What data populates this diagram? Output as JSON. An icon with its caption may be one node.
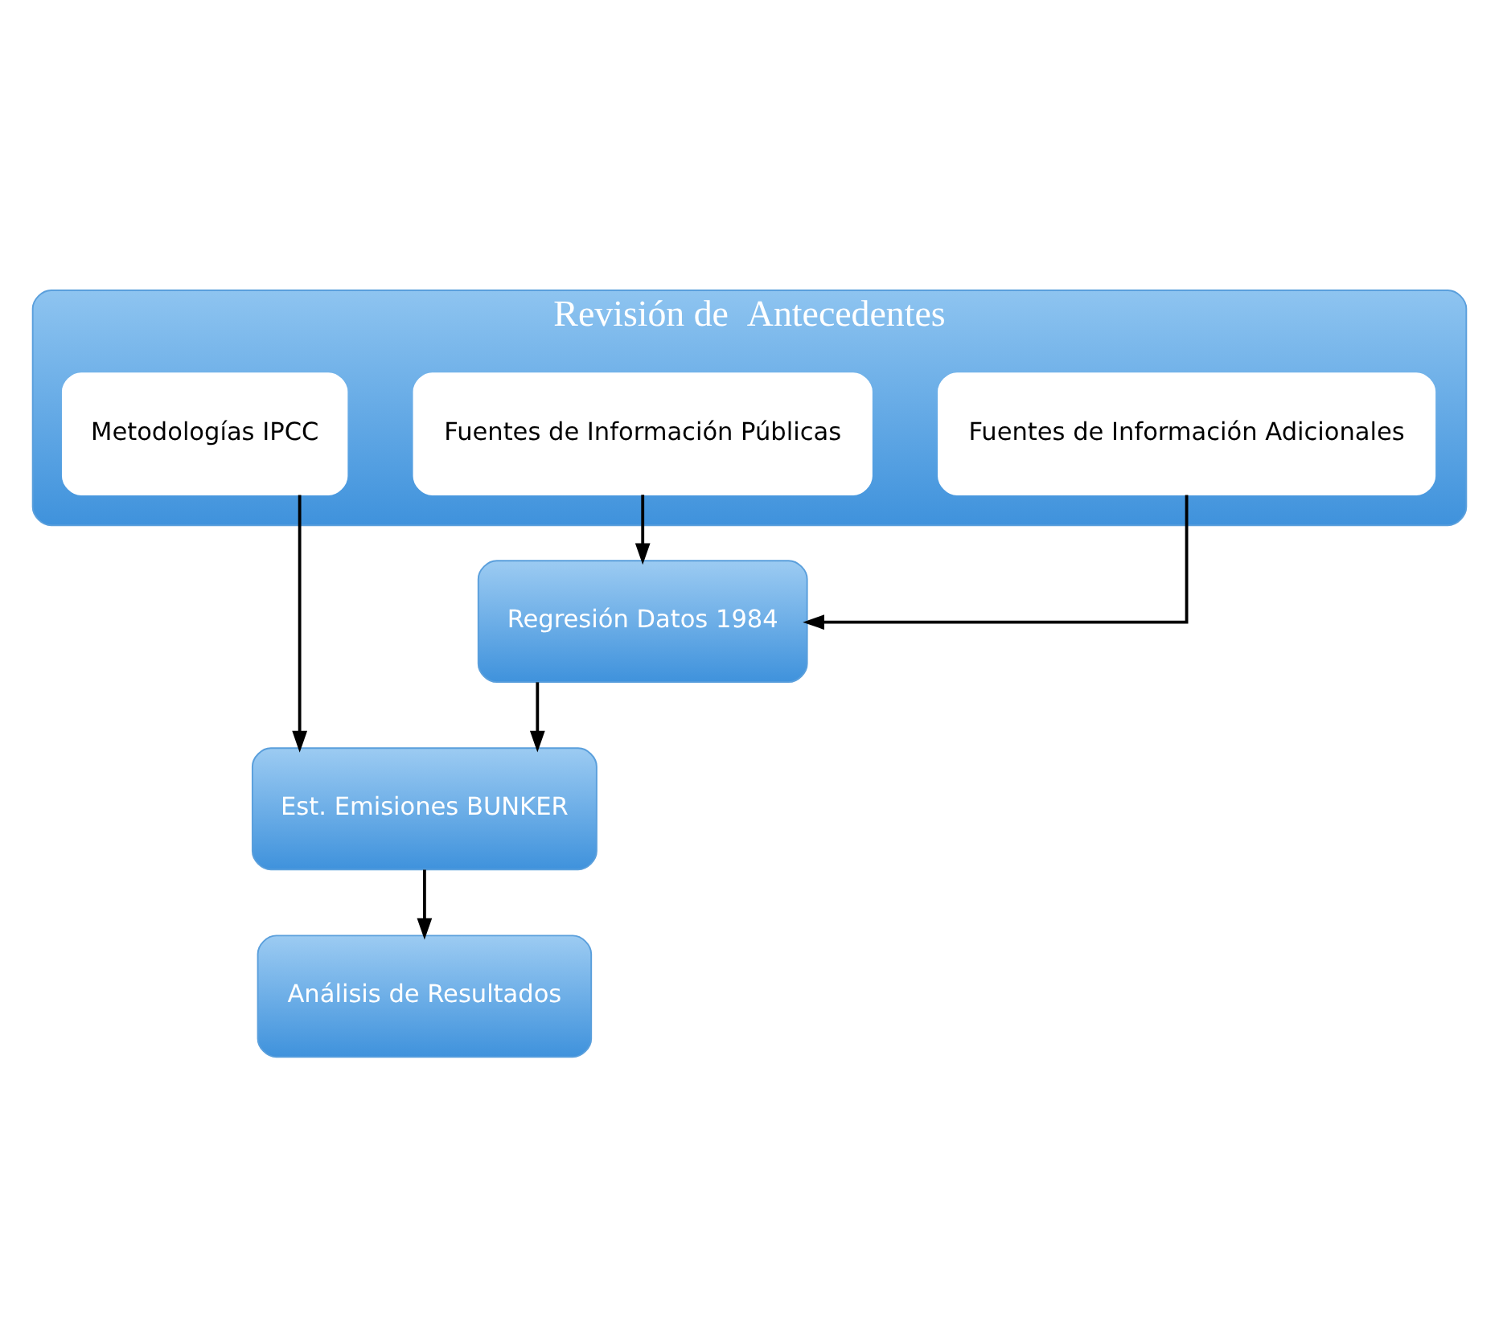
{
  "diagram": {
    "nodes": [
      {
        "text": [
          "Revisión de  Antecedentes"
        ]
      },
      {
        "text": [
          "Metodologías IPCC"
        ],
        "in": 0
      },
      {
        "text": [
          "Fuentes de Información Públicas"
        ],
        "in": 0
      },
      {
        "text": [
          "Fuentes de Información Adicionales"
        ],
        "in": 0
      },
      {
        "text": [
          "Regresión Datos 1984"
        ]
      },
      {
        "text": [
          "Est. Emisiones BUNKER"
        ]
      },
      {
        "text": [
          "Análisis de Resultados"
        ]
      }
    ],
    "edges": [
      {
        "from": 1,
        "to": 5,
        "arrow": "to"
      },
      {
        "from": 2,
        "to": 4,
        "arrow": "to"
      },
      {
        "from": 3,
        "to": 4,
        "arrow": "to"
      },
      {
        "from": 4,
        "to": 5,
        "arrow": "to"
      },
      {
        "from": 5,
        "to": 6,
        "arrow": "to"
      }
    ]
  }
}
